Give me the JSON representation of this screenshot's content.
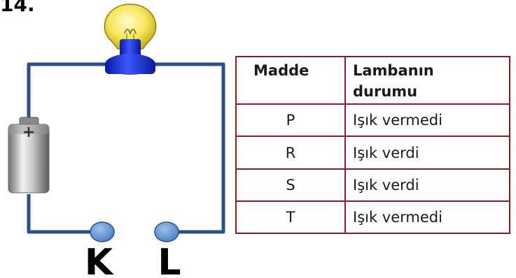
{
  "question": {
    "number": "14."
  },
  "circuit": {
    "components": {
      "bulb": "light-bulb-icon",
      "battery": "battery-icon"
    },
    "battery_symbol": "+",
    "terminals": [
      {
        "label": "K"
      },
      {
        "label": "L"
      }
    ],
    "colors": {
      "wire": "#2b4f8c",
      "terminal": "#5b8fc9",
      "bulb_glass": "#f5e66a",
      "bulb_base": "#2433c9"
    }
  },
  "table": {
    "headers": {
      "col1": "Madde",
      "col2_line1": "Lambanın",
      "col2_line2": "durumu"
    },
    "rows": [
      {
        "madde": "P",
        "durum": "Işık vermedi"
      },
      {
        "madde": "R",
        "durum": "Işık verdi"
      },
      {
        "madde": "S",
        "durum": "Işık verdi"
      },
      {
        "madde": "T",
        "durum": "Işık vermedi"
      }
    ],
    "border_color": "#8b1a2b"
  }
}
